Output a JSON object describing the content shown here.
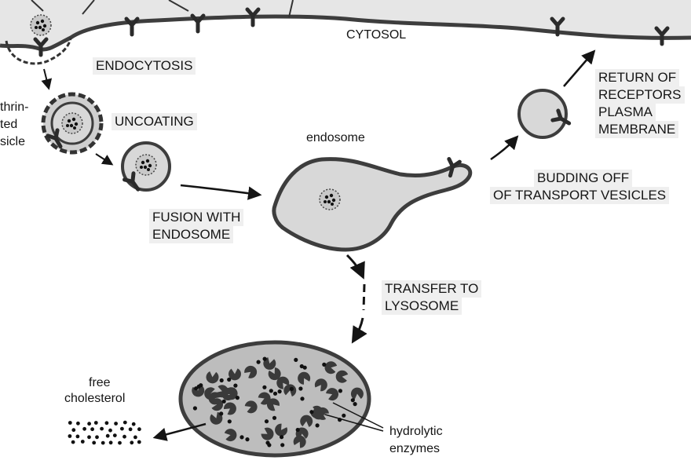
{
  "labels": {
    "cytosol": "CYTOSOL",
    "endocytosis": "ENDOCYTOSIS",
    "uncoating": "UNCOATING",
    "clathrin_coated_vesicle": [
      "thrin-",
      "ted",
      "sicle"
    ],
    "endosome": "endosome",
    "fusion_with_endosome": [
      "FUSION WITH",
      "ENDOSOME"
    ],
    "return_of_receptors": [
      "RETURN OF",
      "RECEPTORS",
      "PLASMA",
      "MEMBRANE"
    ],
    "budding_off": [
      "BUDDING OFF",
      "OF TRANSPORT VESICLES"
    ],
    "transfer_to_lysosome": [
      "TRANSFER TO",
      "LYSOSOME"
    ],
    "free_cholesterol": [
      "free",
      "cholesterol"
    ],
    "hydrolytic_enzymes": [
      "hydrolytic",
      "enzymes"
    ]
  },
  "colors": {
    "membrane": "#3d3d3d",
    "organelle_fill": "#d8d8d8",
    "cell_fill": "#e6e6e6",
    "ink": "#141414"
  },
  "icon_names": [
    "receptor-icon",
    "arrow-icon",
    "ldl-particle-icon",
    "enzyme-icon"
  ]
}
